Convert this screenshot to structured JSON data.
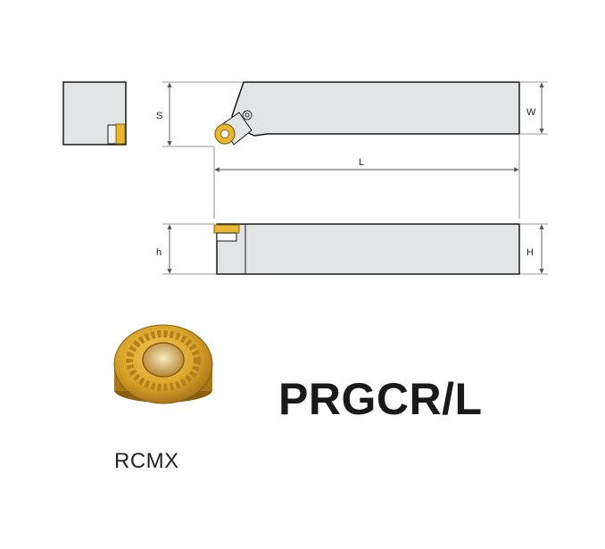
{
  "model_title": "PRGCR/L",
  "insert_label": "RCMX",
  "dimensions": {
    "S": "S",
    "W": "W",
    "L": "L",
    "h": "h",
    "H": "H"
  },
  "colors": {
    "holder_body": "#e2e5e6",
    "holder_outline": "#1a1a1a",
    "insert_gold": "#d9a42a",
    "insert_gold_dark": "#a8761a",
    "dimension_line": "#555555"
  }
}
